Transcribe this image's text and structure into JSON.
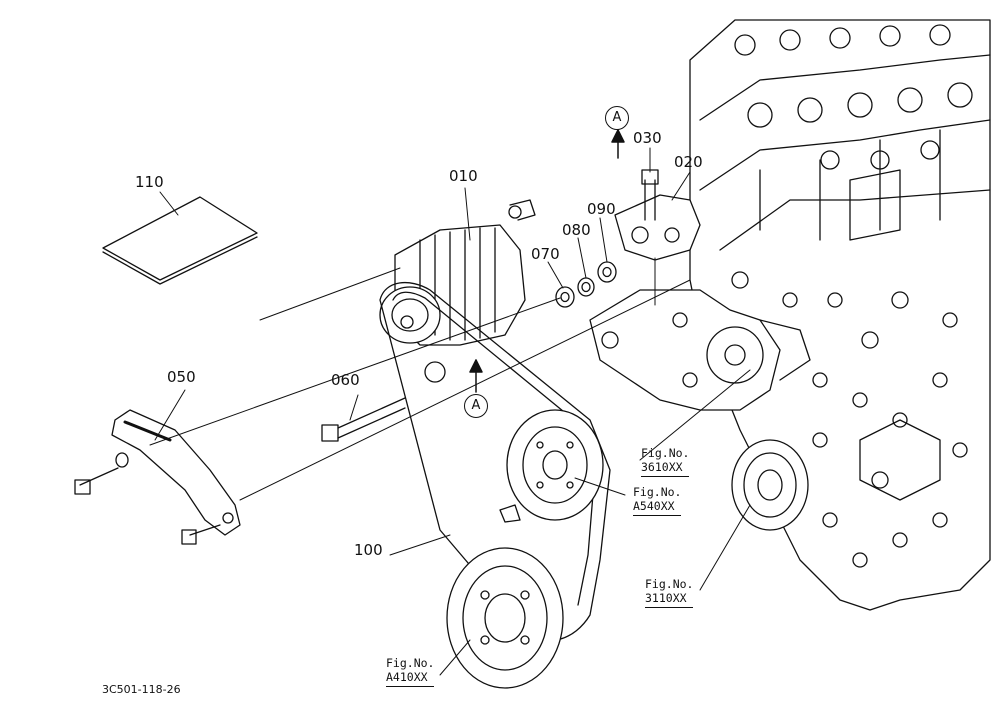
{
  "callouts": {
    "p010": "010",
    "p020": "020",
    "p030": "030",
    "p050": "050",
    "p060": "060",
    "p070": "070",
    "p080": "080",
    "p090": "090",
    "p100": "100",
    "p110": "110"
  },
  "view_marks": {
    "upper": "A",
    "lower": "A"
  },
  "fig_refs": {
    "r3610": {
      "label": "Fig.No.",
      "number": "3610XX"
    },
    "ra540": {
      "label": "Fig.No.",
      "number": "A540XX"
    },
    "r3110": {
      "label": "Fig.No.",
      "number": "3110XX"
    },
    "ra410": {
      "label": "Fig.No.",
      "number": "A410XX"
    }
  },
  "drawing_code": "3C501-118-26"
}
